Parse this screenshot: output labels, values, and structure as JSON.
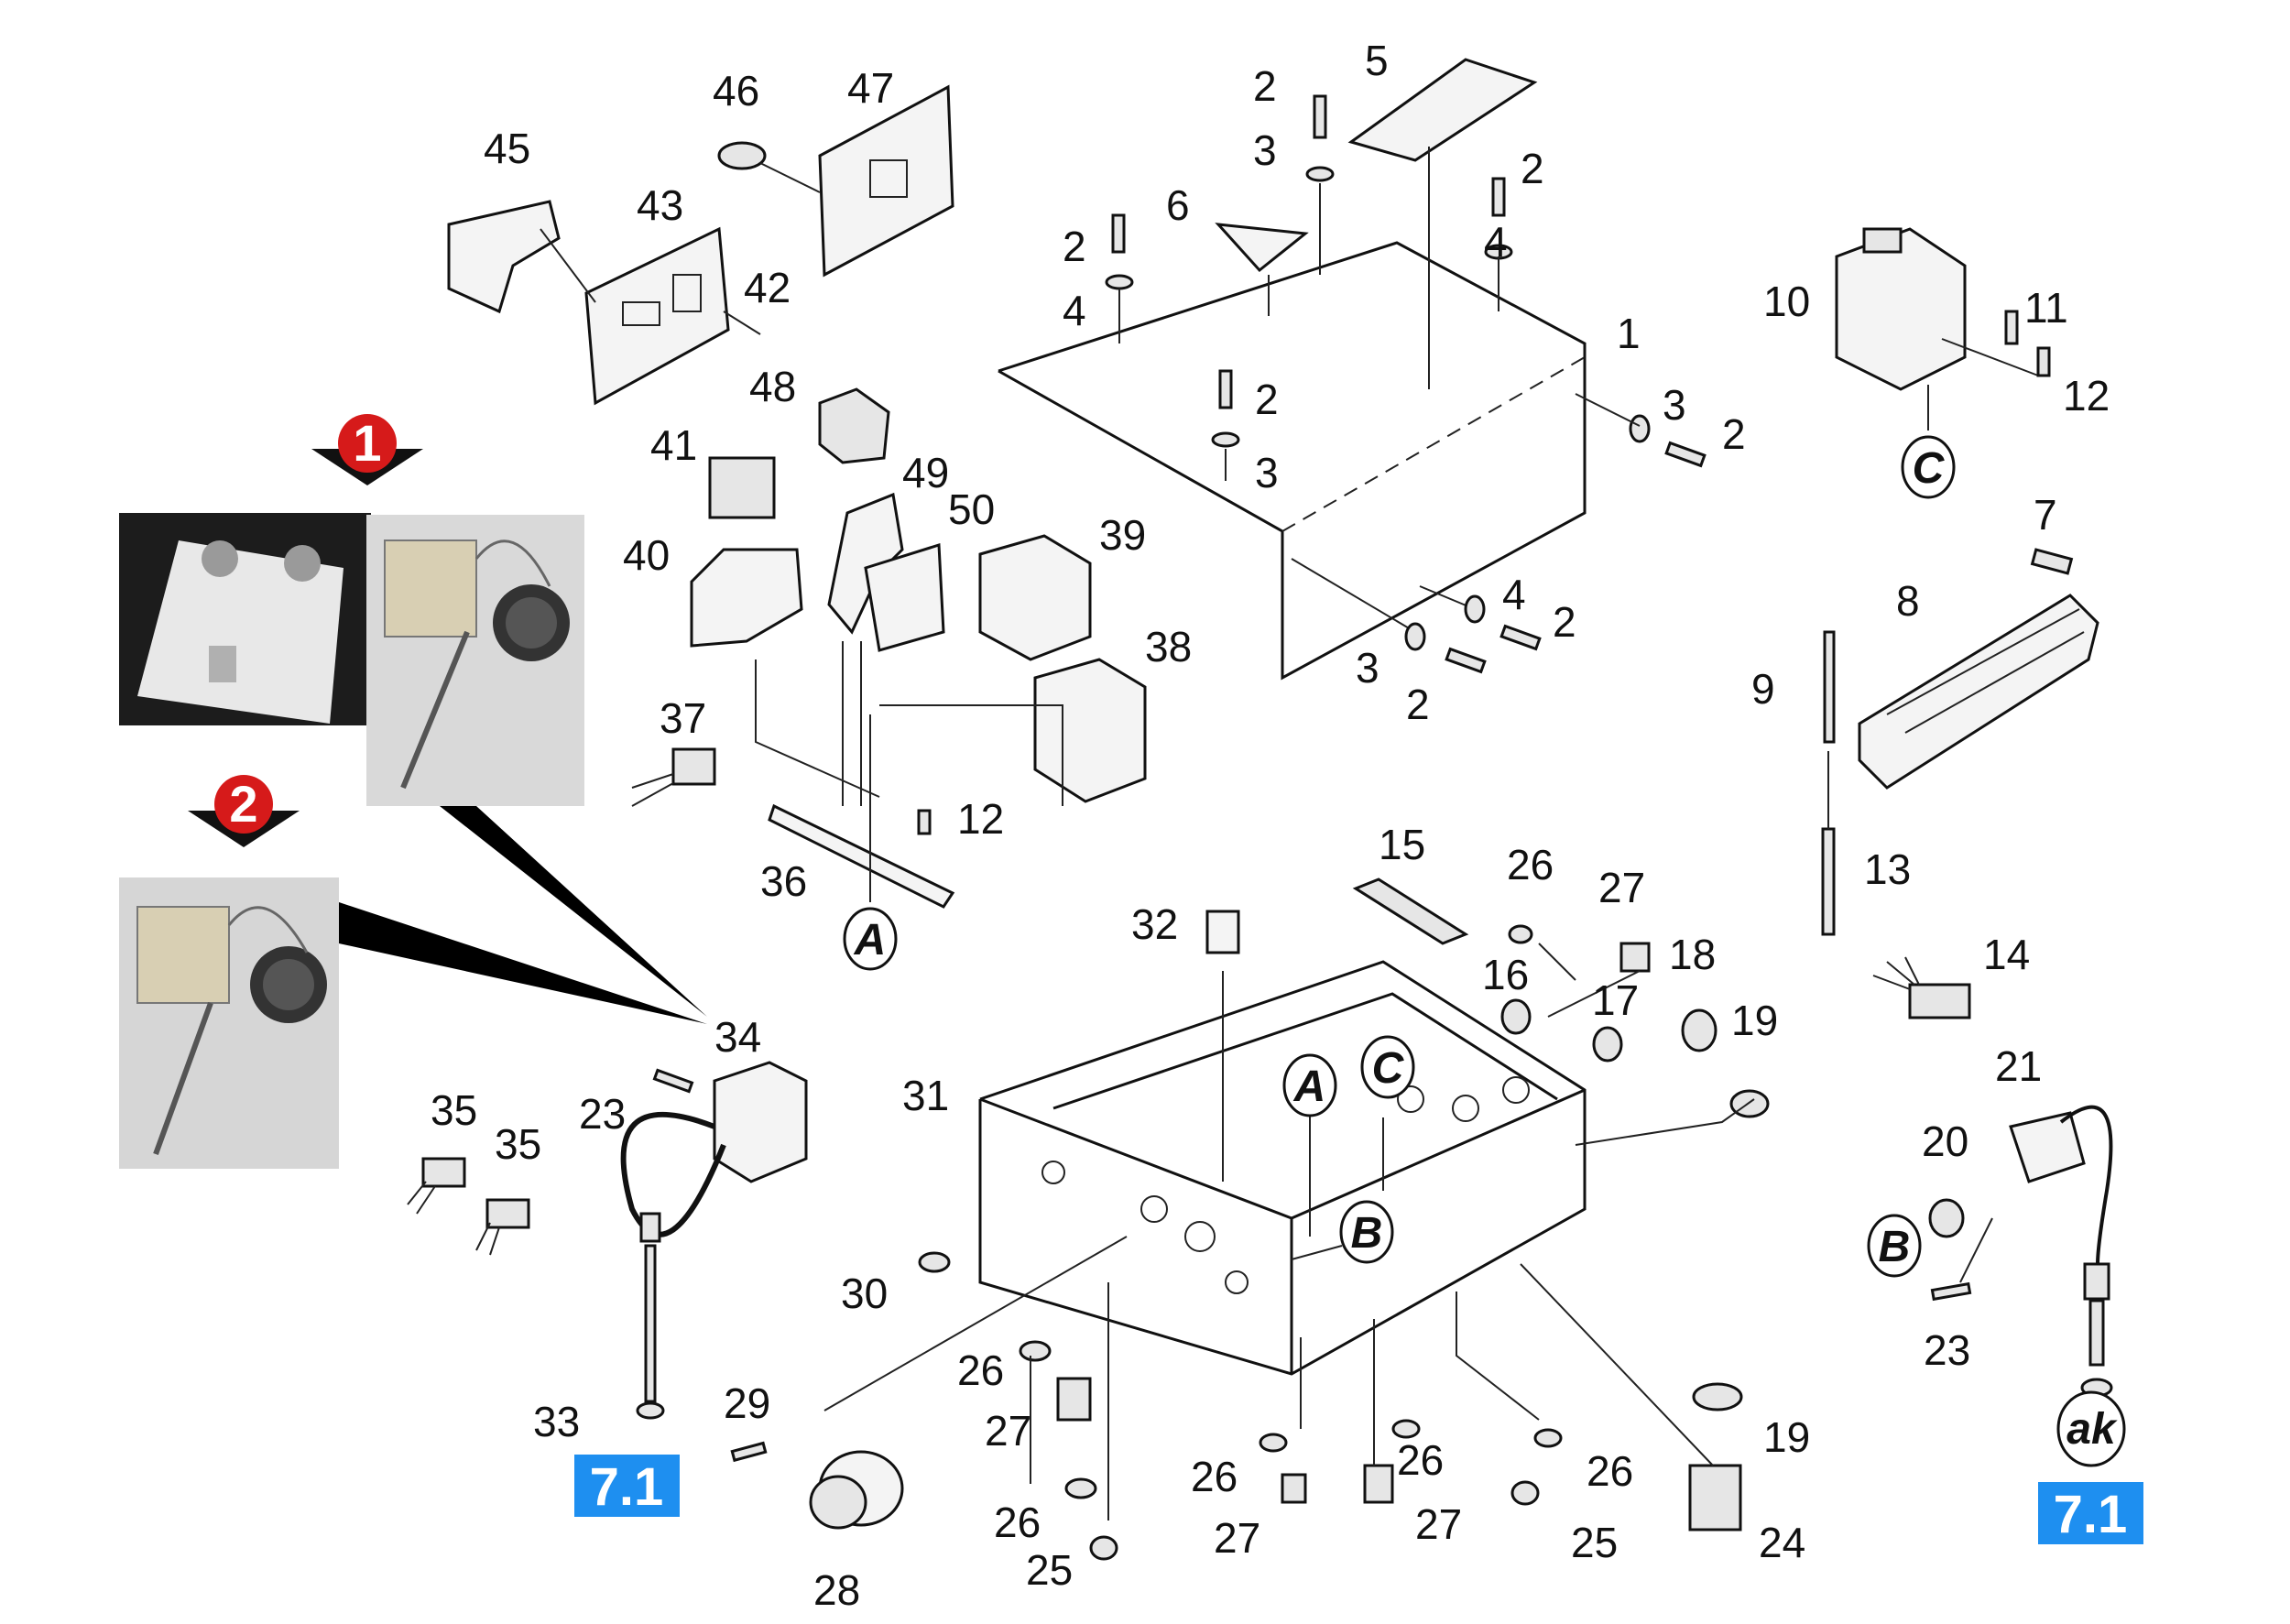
{
  "diagram": {
    "callouts": [
      "1",
      "2",
      "3",
      "4",
      "5",
      "6",
      "7",
      "8",
      "9",
      "10",
      "11",
      "12",
      "13",
      "14",
      "15",
      "16",
      "17",
      "18",
      "19",
      "20",
      "21",
      "23",
      "24",
      "25",
      "26",
      "27",
      "28",
      "29",
      "30",
      "31",
      "32",
      "33",
      "34",
      "35",
      "36",
      "37",
      "38",
      "39",
      "40",
      "41",
      "42",
      "43",
      "45",
      "46",
      "47",
      "48",
      "49",
      "50"
    ],
    "connector_letters": [
      "A",
      "B",
      "C",
      "ak"
    ],
    "markers": [
      "1",
      "2"
    ],
    "reference_badges": [
      "7.1",
      "7.1"
    ],
    "colors": {
      "marker_red": "#d61a1a",
      "badge_blue": "#1e8ff0",
      "line": "#111111"
    }
  }
}
